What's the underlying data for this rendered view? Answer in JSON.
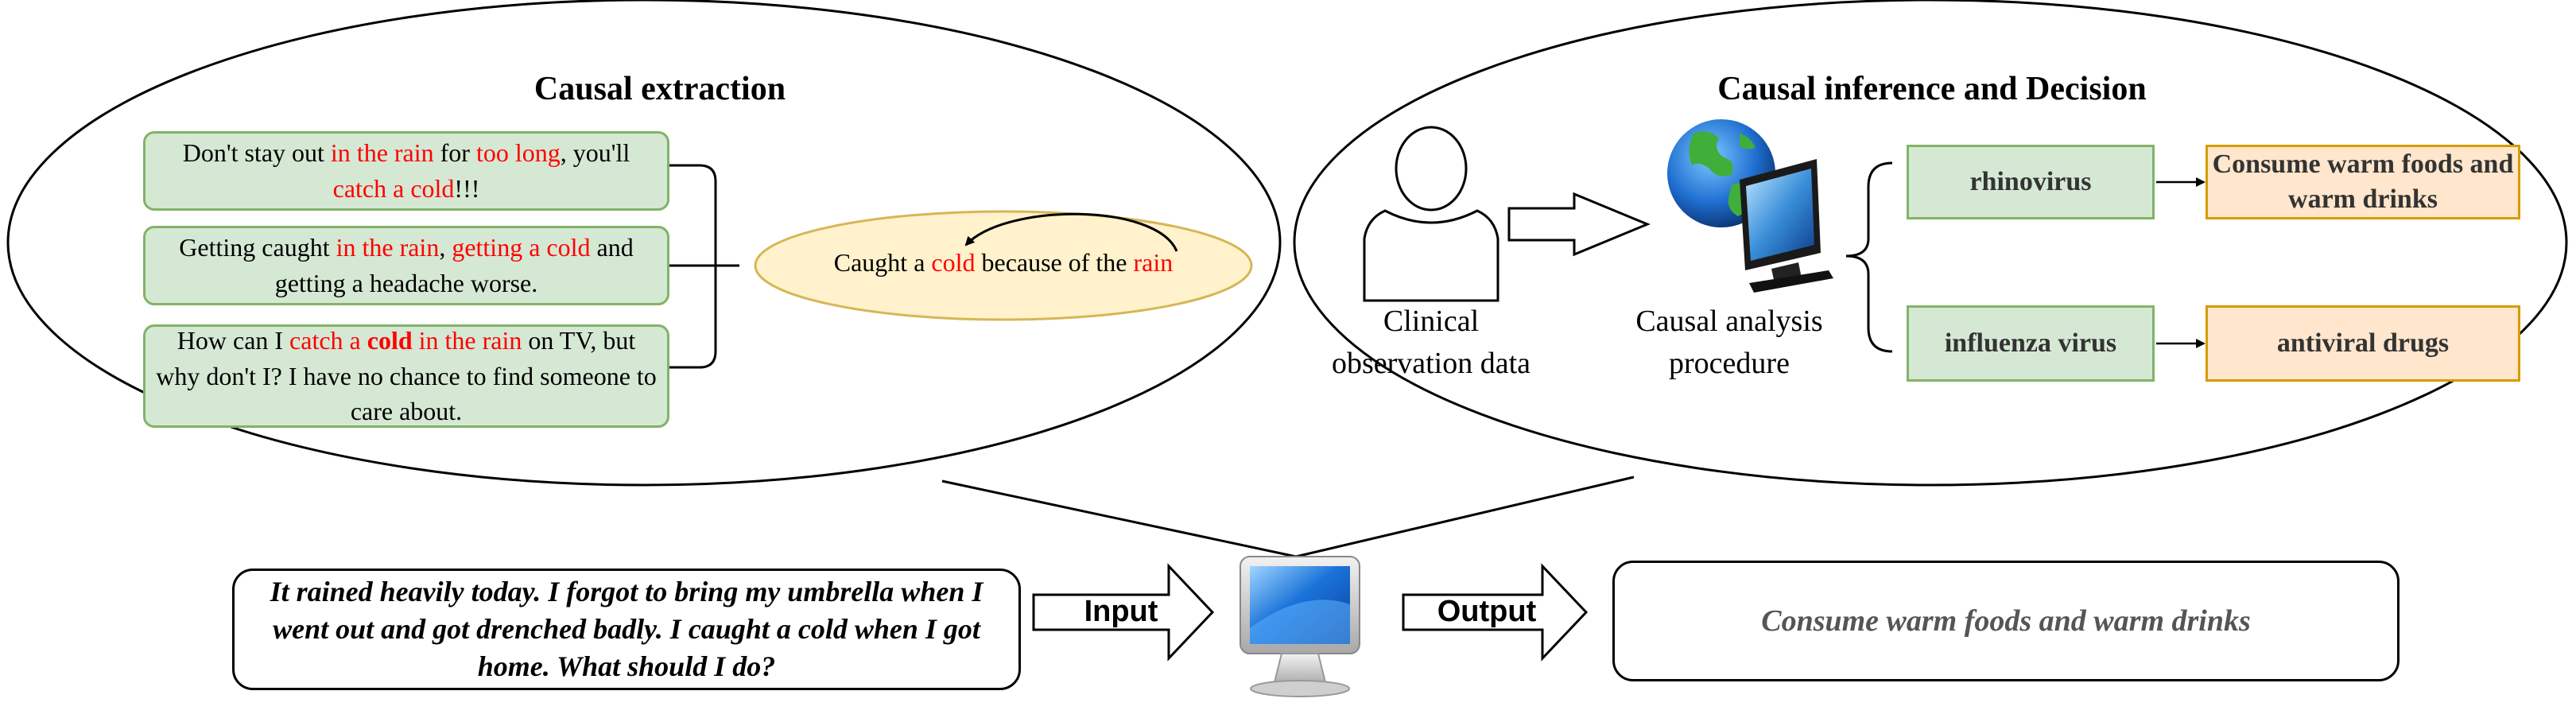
{
  "left_panel": {
    "title": "Causal extraction",
    "sentences": [
      {
        "parts": [
          {
            "text": "Don't stay out ",
            "style": "normal"
          },
          {
            "text": "in the rain",
            "style": "red"
          },
          {
            "text": " for ",
            "style": "normal"
          },
          {
            "text": "too long",
            "style": "red"
          },
          {
            "text": ", you'll ",
            "style": "normal"
          },
          {
            "text": "catch a cold",
            "style": "red"
          },
          {
            "text": "!!!",
            "style": "normal"
          }
        ]
      },
      {
        "parts": [
          {
            "text": "Getting caught ",
            "style": "normal"
          },
          {
            "text": "in the rain",
            "style": "red"
          },
          {
            "text": ", ",
            "style": "normal"
          },
          {
            "text": "getting a cold",
            "style": "red"
          },
          {
            "text": " and getting a headache worse.",
            "style": "normal"
          }
        ]
      },
      {
        "parts": [
          {
            "text": "How can I ",
            "style": "normal"
          },
          {
            "text": "catch a ",
            "style": "red"
          },
          {
            "text": "cold",
            "style": "redb"
          },
          {
            "text": " in the rain",
            "style": "red"
          },
          {
            "text": " on TV, but why don't I? I have no chance to find someone to care about.",
            "style": "normal"
          }
        ]
      }
    ],
    "result_parts": [
      {
        "text": "Caught a ",
        "style": "normal"
      },
      {
        "text": "cold",
        "style": "red"
      },
      {
        "text": " because of the ",
        "style": "normal"
      },
      {
        "text": "rain",
        "style": "red"
      }
    ]
  },
  "right_panel": {
    "title": "Causal inference and Decision",
    "observation_label": "Clinical observation data",
    "procedure_label": "Causal analysis procedure",
    "causes": [
      "rhinovirus",
      "influenza virus"
    ],
    "decisions": [
      "Consume warm foods and warm drinks",
      "antiviral drugs"
    ]
  },
  "bottom": {
    "input_text": "It rained heavily today. I forgot to bring my umbrella when I went out and got drenched badly. I caught a cold when I got home. What should I do?",
    "input_label": "Input",
    "output_label": "Output",
    "output_text": "Consume warm foods and warm drinks"
  },
  "colors": {
    "highlight": "#ff0000",
    "green_fill": "#d5e8d4",
    "green_border": "#82b366",
    "orange_fill": "#ffe6cc",
    "orange_border": "#d79b00",
    "yellow_fill": "#fff2cc",
    "yellow_border": "#d6b656"
  }
}
